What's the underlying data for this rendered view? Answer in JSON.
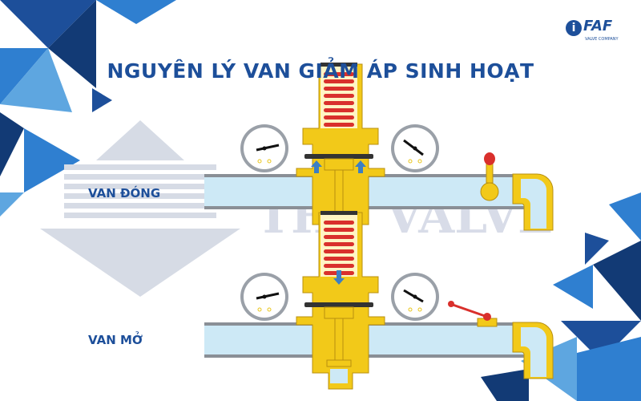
{
  "title": "NGUYÊN LÝ VAN GIẢM ÁP SINH HOẠT",
  "labels": {
    "closed": "VAN ĐÓNG",
    "open": "VAN MỞ"
  },
  "logo": {
    "brand": "FAF",
    "sub": "VALVE COMPANY"
  },
  "watermark": "THP VALVE",
  "colors": {
    "brand_blue": "#1d4f9a",
    "brass": "#f2c919",
    "spring": "#d9302c",
    "water": "#cde9f6",
    "pipe": "#8a8f96"
  }
}
